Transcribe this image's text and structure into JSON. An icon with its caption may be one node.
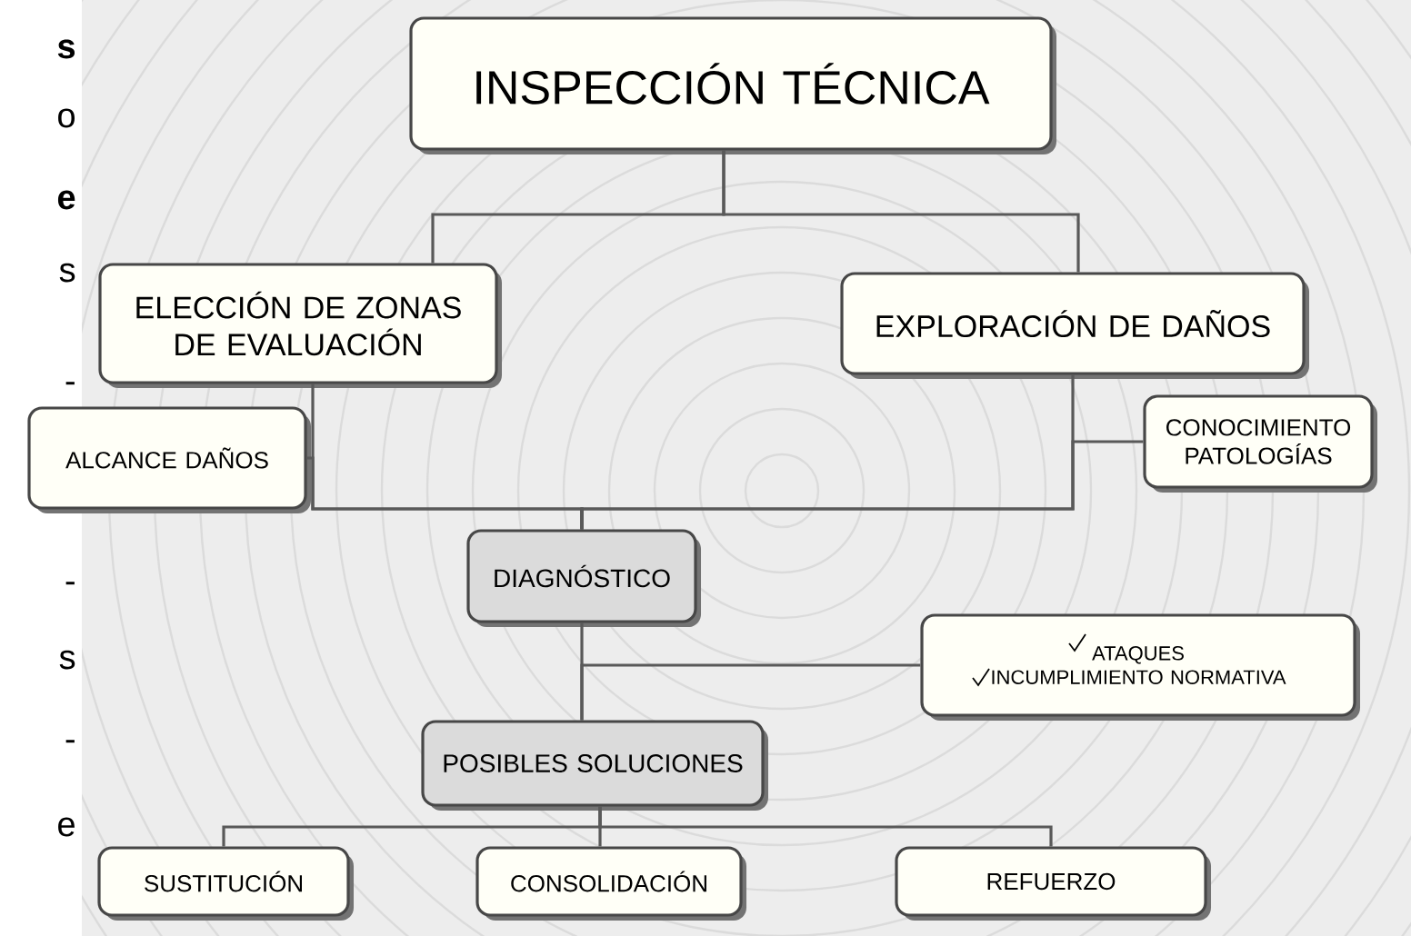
{
  "diagram": {
    "nodes": [
      {
        "text": [
          "INSPECCIÓN TÉCNICA"
        ]
      },
      {
        "text": [
          "ELECCIÓN DE ZONAS DE EVALUACIÓN"
        ]
      },
      {
        "text": [
          "EXPLORACIÓN DE DAÑOS"
        ]
      },
      {
        "text": [
          "ALCANCE DAÑOS"
        ]
      },
      {
        "text": [
          "CONOCIMIENTO PATOLOGÍAS"
        ]
      },
      {
        "text": [
          "DIAGNÓSTICO"
        ]
      },
      {
        "text": [
          "ATAQUES",
          "INCUMPLIMIENTO NORMATIVA"
        ]
      },
      {
        "text": [
          "POSIBLES SOLUCIONES"
        ]
      },
      {
        "text": [
          "SUSTITUCIÓN"
        ]
      },
      {
        "text": [
          "CONSOLIDACIÓN"
        ]
      },
      {
        "text": [
          "REFUERZO"
        ]
      }
    ],
    "edges": [
      {
        "from": 0,
        "to": 1,
        "arrow": "none"
      },
      {
        "from": 0,
        "to": 2,
        "arrow": "none"
      },
      {
        "from": 1,
        "to": 5,
        "arrow": "none"
      },
      {
        "from": 2,
        "to": 5,
        "arrow": "none"
      },
      {
        "from": 3,
        "to": 5,
        "arrow": "none"
      },
      {
        "from": 4,
        "to": 5,
        "arrow": "none"
      },
      {
        "from": 5,
        "to": 7,
        "arrow": "none"
      },
      {
        "from": 6,
        "to": 7,
        "arrow": "none"
      },
      {
        "from": 7,
        "to": 8,
        "arrow": "none"
      },
      {
        "from": 7,
        "to": 9,
        "arrow": "none"
      },
      {
        "from": 7,
        "to": 10,
        "arrow": "none"
      }
    ],
    "labels": [
      "s",
      "o",
      "e",
      "s",
      "-",
      "-",
      "s",
      "-",
      "e"
    ]
  }
}
